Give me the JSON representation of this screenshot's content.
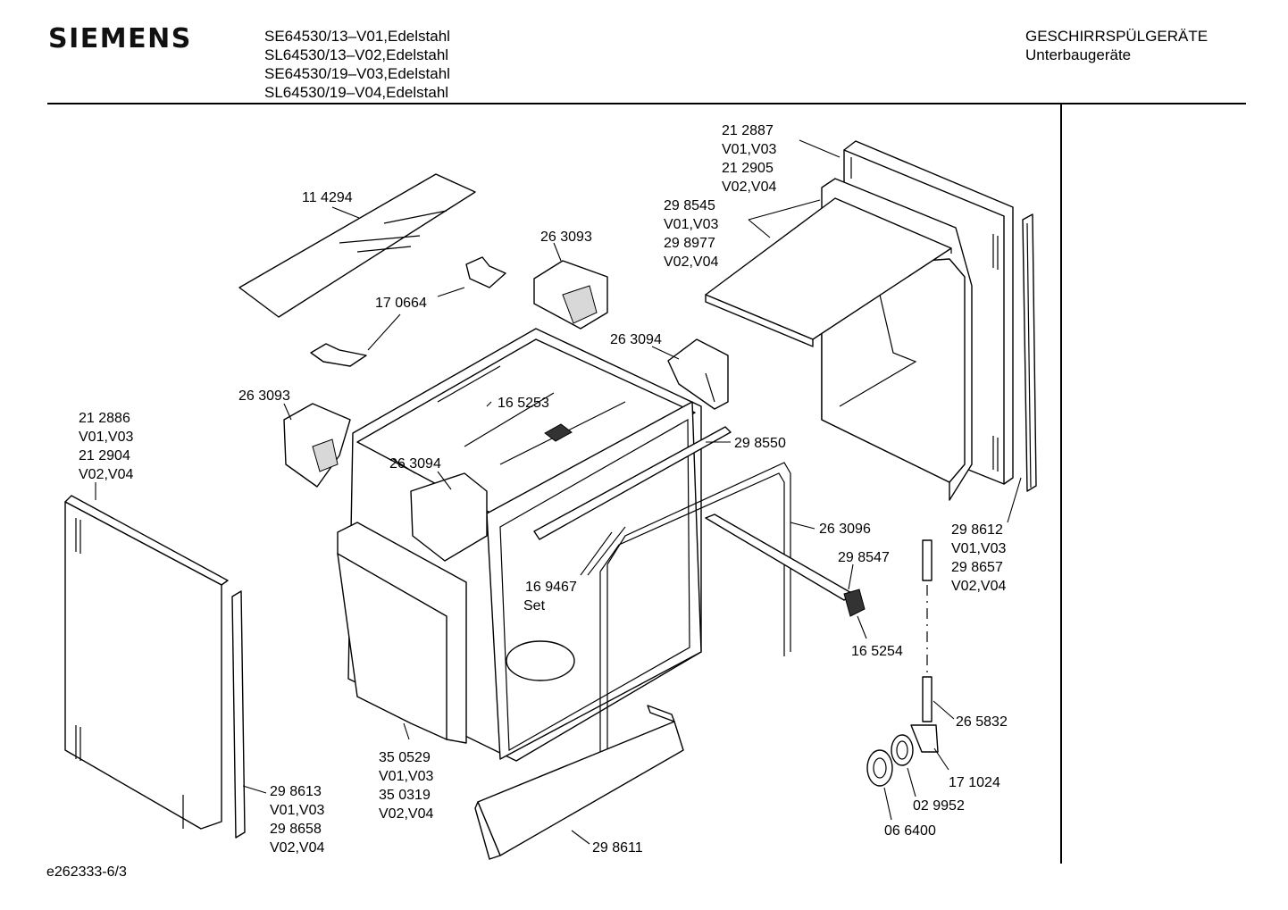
{
  "header": {
    "brand": "SIEMENS",
    "models": [
      "SE64530/13–V01,Edelstahl",
      "SL64530/13–V02,Edelstahl",
      "SE64530/19–V03,Edelstahl",
      "SL64530/19–V04,Edelstahl"
    ],
    "category_line1": "GESCHIRRSPÜLGERÄTE",
    "category_line2": "Unterbaugeräte"
  },
  "footer": {
    "drawing_id": "e262333-6/3"
  },
  "parts": {
    "p212887": [
      "21 2887",
      "V01,V03",
      "21 2905",
      "V02,V04"
    ],
    "p298545": [
      "29 8545",
      "V01,V03",
      "29 8977",
      "V02,V04"
    ],
    "p114294": [
      "11 4294"
    ],
    "p263093_top": [
      "26 3093"
    ],
    "p170664": [
      "17 0664"
    ],
    "p263094_right": [
      "26 3094"
    ],
    "p263093_left": [
      "26 3093"
    ],
    "p165253": [
      "16 5253"
    ],
    "p212886": [
      "21 2886",
      "V01,V03",
      "21 2904",
      "V02,V04"
    ],
    "p298550": [
      "29 8550"
    ],
    "p263094_mid": [
      "26 3094"
    ],
    "p298612": [
      "29 8612",
      "V01,V03",
      "29 8657",
      "V02,V04"
    ],
    "p263096": [
      "26 3096"
    ],
    "p298547": [
      "29 8547"
    ],
    "p169467": [
      "16 9467",
      "Set"
    ],
    "p165254": [
      "16 5254"
    ],
    "p265832": [
      "26 5832"
    ],
    "p350529": [
      "35 0529",
      "V01,V03",
      "35 0319",
      "V02,V04"
    ],
    "p171024": [
      "17 1024"
    ],
    "p029952": [
      "02 9952"
    ],
    "p298613": [
      "29 8613",
      "V01,V03",
      "29 8658",
      "V02,V04"
    ],
    "p066400": [
      "06 6400"
    ],
    "p298611": [
      "29 8611"
    ]
  }
}
